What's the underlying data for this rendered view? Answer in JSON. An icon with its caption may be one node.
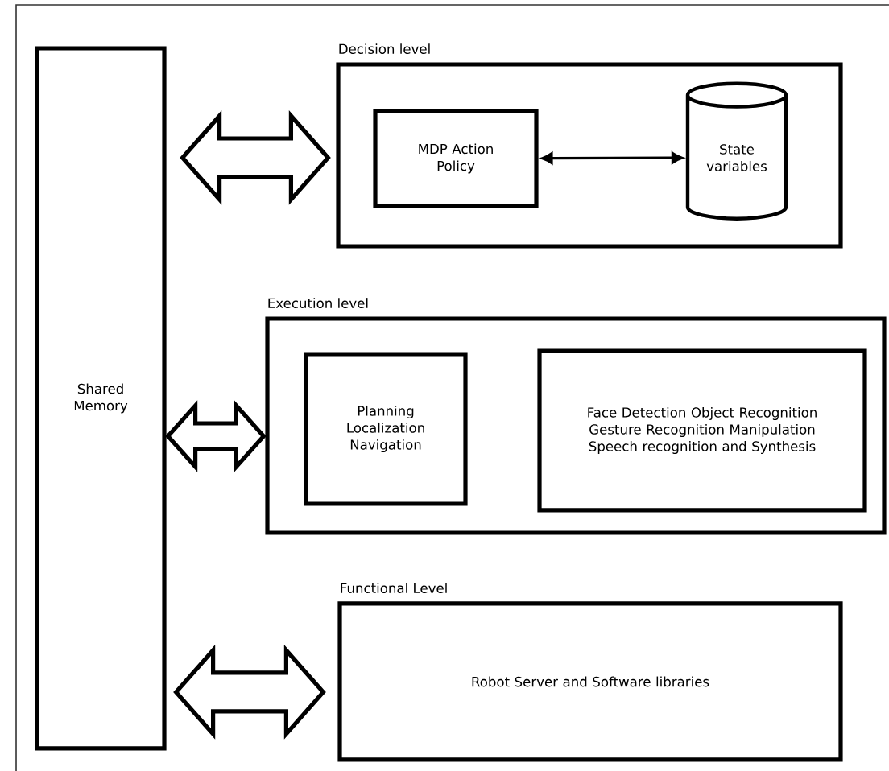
{
  "diagram": {
    "nodes": [
      {
        "text": [
          "Shared Memory"
        ]
      },
      {
        "text": [
          "Decision level"
        ]
      },
      {
        "text": [
          "MDP Action Policy"
        ],
        "in": 1
      },
      {
        "text": [
          "State variables"
        ],
        "in": 1
      },
      {
        "text": [
          "Execution level"
        ]
      },
      {
        "text": [
          "Planning Localization Navigation"
        ],
        "in": 4
      },
      {
        "text": [
          "Face Detection Object Recognition Gesture Recognition Manipulation Speech recognition and Synthesis"
        ],
        "in": 4
      },
      {
        "text": [
          "Functional Level",
          "Robot Server and Software libraries"
        ]
      }
    ],
    "edges": [
      {
        "from": 0,
        "to": 1,
        "arrow": "both",
        "style": "thick"
      },
      {
        "from": 2,
        "to": 3,
        "arrow": "both"
      },
      {
        "from": 0,
        "to": 4,
        "arrow": "both",
        "style": "thick"
      },
      {
        "from": 0,
        "to": 7,
        "arrow": "both",
        "style": "thick"
      }
    ]
  }
}
